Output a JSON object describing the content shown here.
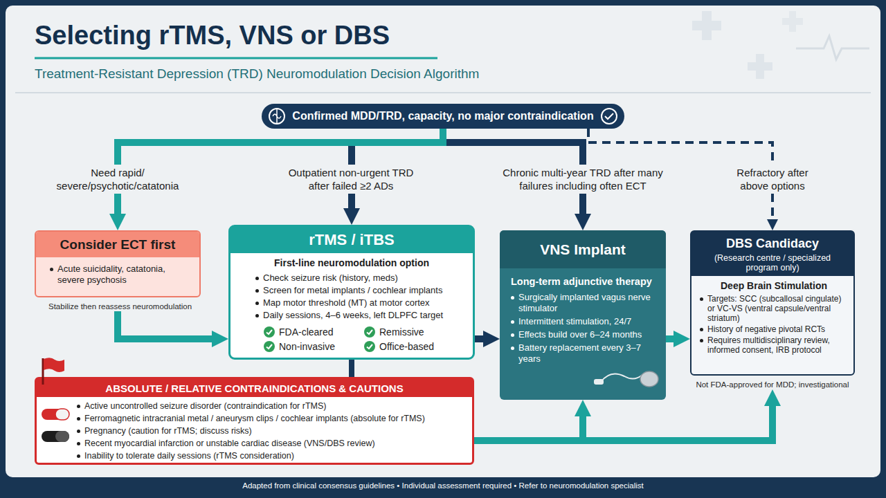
{
  "diagram": {
    "title": "Selecting rTMS, VNS or DBS",
    "caption": "Adapted from clinical consensus guidelines • Individual assessment required • Refer to neuromodulation specialist",
    "nodes": [
      {
        "text": [
          "Confirmed MDD/TRD, capacity, no major contraindication"
        ]
      },
      {
        "text": [
          "Consider ECT first",
          "Acute suicidality, catatonia, severe psychosis",
          "Stabilize then reassess neuromodulation"
        ]
      },
      {
        "text": [
          "rTMS / iTBS",
          "First-line neuromodulation option",
          "Check seizure risk (history, meds)",
          "Screen for metal implants / cochlear implants",
          "Map motor threshold (MT) at motor cortex",
          "Daily sessions, 4–6 weeks, left DLPFC target",
          "FDA-cleared",
          "Remissive",
          "Non-invasive",
          "Office-based"
        ]
      },
      {
        "text": [
          "VNS Implant",
          "Long-term adjunctive therapy",
          "Surgically implanted vagus nerve stimulator",
          "Intermittent stimulation, 24/7",
          "Effects build over 6–24 months",
          "Battery replacement every 3–7 years"
        ]
      },
      {
        "text": [
          "DBS Candidacy",
          "(Research centre / specialized program only)",
          "Deep Brain Stimulation",
          "Targets: SCC (subcallosal cingulate) or VC-VS (ventral capsule/ventral striatum)",
          "History of negative pivotal RCTs",
          "Requires multidisciplinary review, informed consent, IRB protocol",
          "Not FDA-approved for MDD; investigational"
        ]
      },
      {
        "text": [
          "ABSOLUTE / RELATIVE CONTRAINDICATIONS & CAUTIONS",
          "Active uncontrolled seizure disorder (contraindication for rTMS)",
          "Ferromagnetic intracranial metal / aneurysm clips / cochlear implants (absolute for rTMS)",
          "Pregnancy (caution for rTMS; discuss risks)",
          "Recent myocardial infarction or unstable cardiac disease (VNS/DBS review)",
          "Inability to tolerate daily sessions (rTMS consideration)"
        ]
      }
    ],
    "edges": [
      {
        "from": 0,
        "to": 1,
        "label": "Need rapid/ severe/psychotic/catatonia",
        "arrow": "to"
      },
      {
        "from": 0,
        "to": 2,
        "label": "Outpatient non-urgent TRD after failed ≥2 ADs",
        "arrow": "to"
      },
      {
        "from": 0,
        "to": 3,
        "label": "Chronic multi-year TRD after many failures including often ECT",
        "arrow": "to"
      },
      {
        "from": 0,
        "to": 4,
        "label": "Refractory after above options",
        "arrow": "to"
      },
      {
        "from": 1,
        "to": 2,
        "arrow": "to"
      },
      {
        "from": 2,
        "to": 3,
        "arrow": "to"
      },
      {
        "from": 3,
        "to": 4,
        "arrow": "to"
      },
      {
        "from": 2,
        "to": 5,
        "arrow": "none"
      },
      {
        "from": 5,
        "to": 3,
        "arrow": "to"
      },
      {
        "from": 5,
        "to": 4,
        "arrow": "to"
      }
    ],
    "labels": [
      "Treatment-Resistant Depression (TRD) Neuromodulation Decision Algorithm"
    ]
  }
}
